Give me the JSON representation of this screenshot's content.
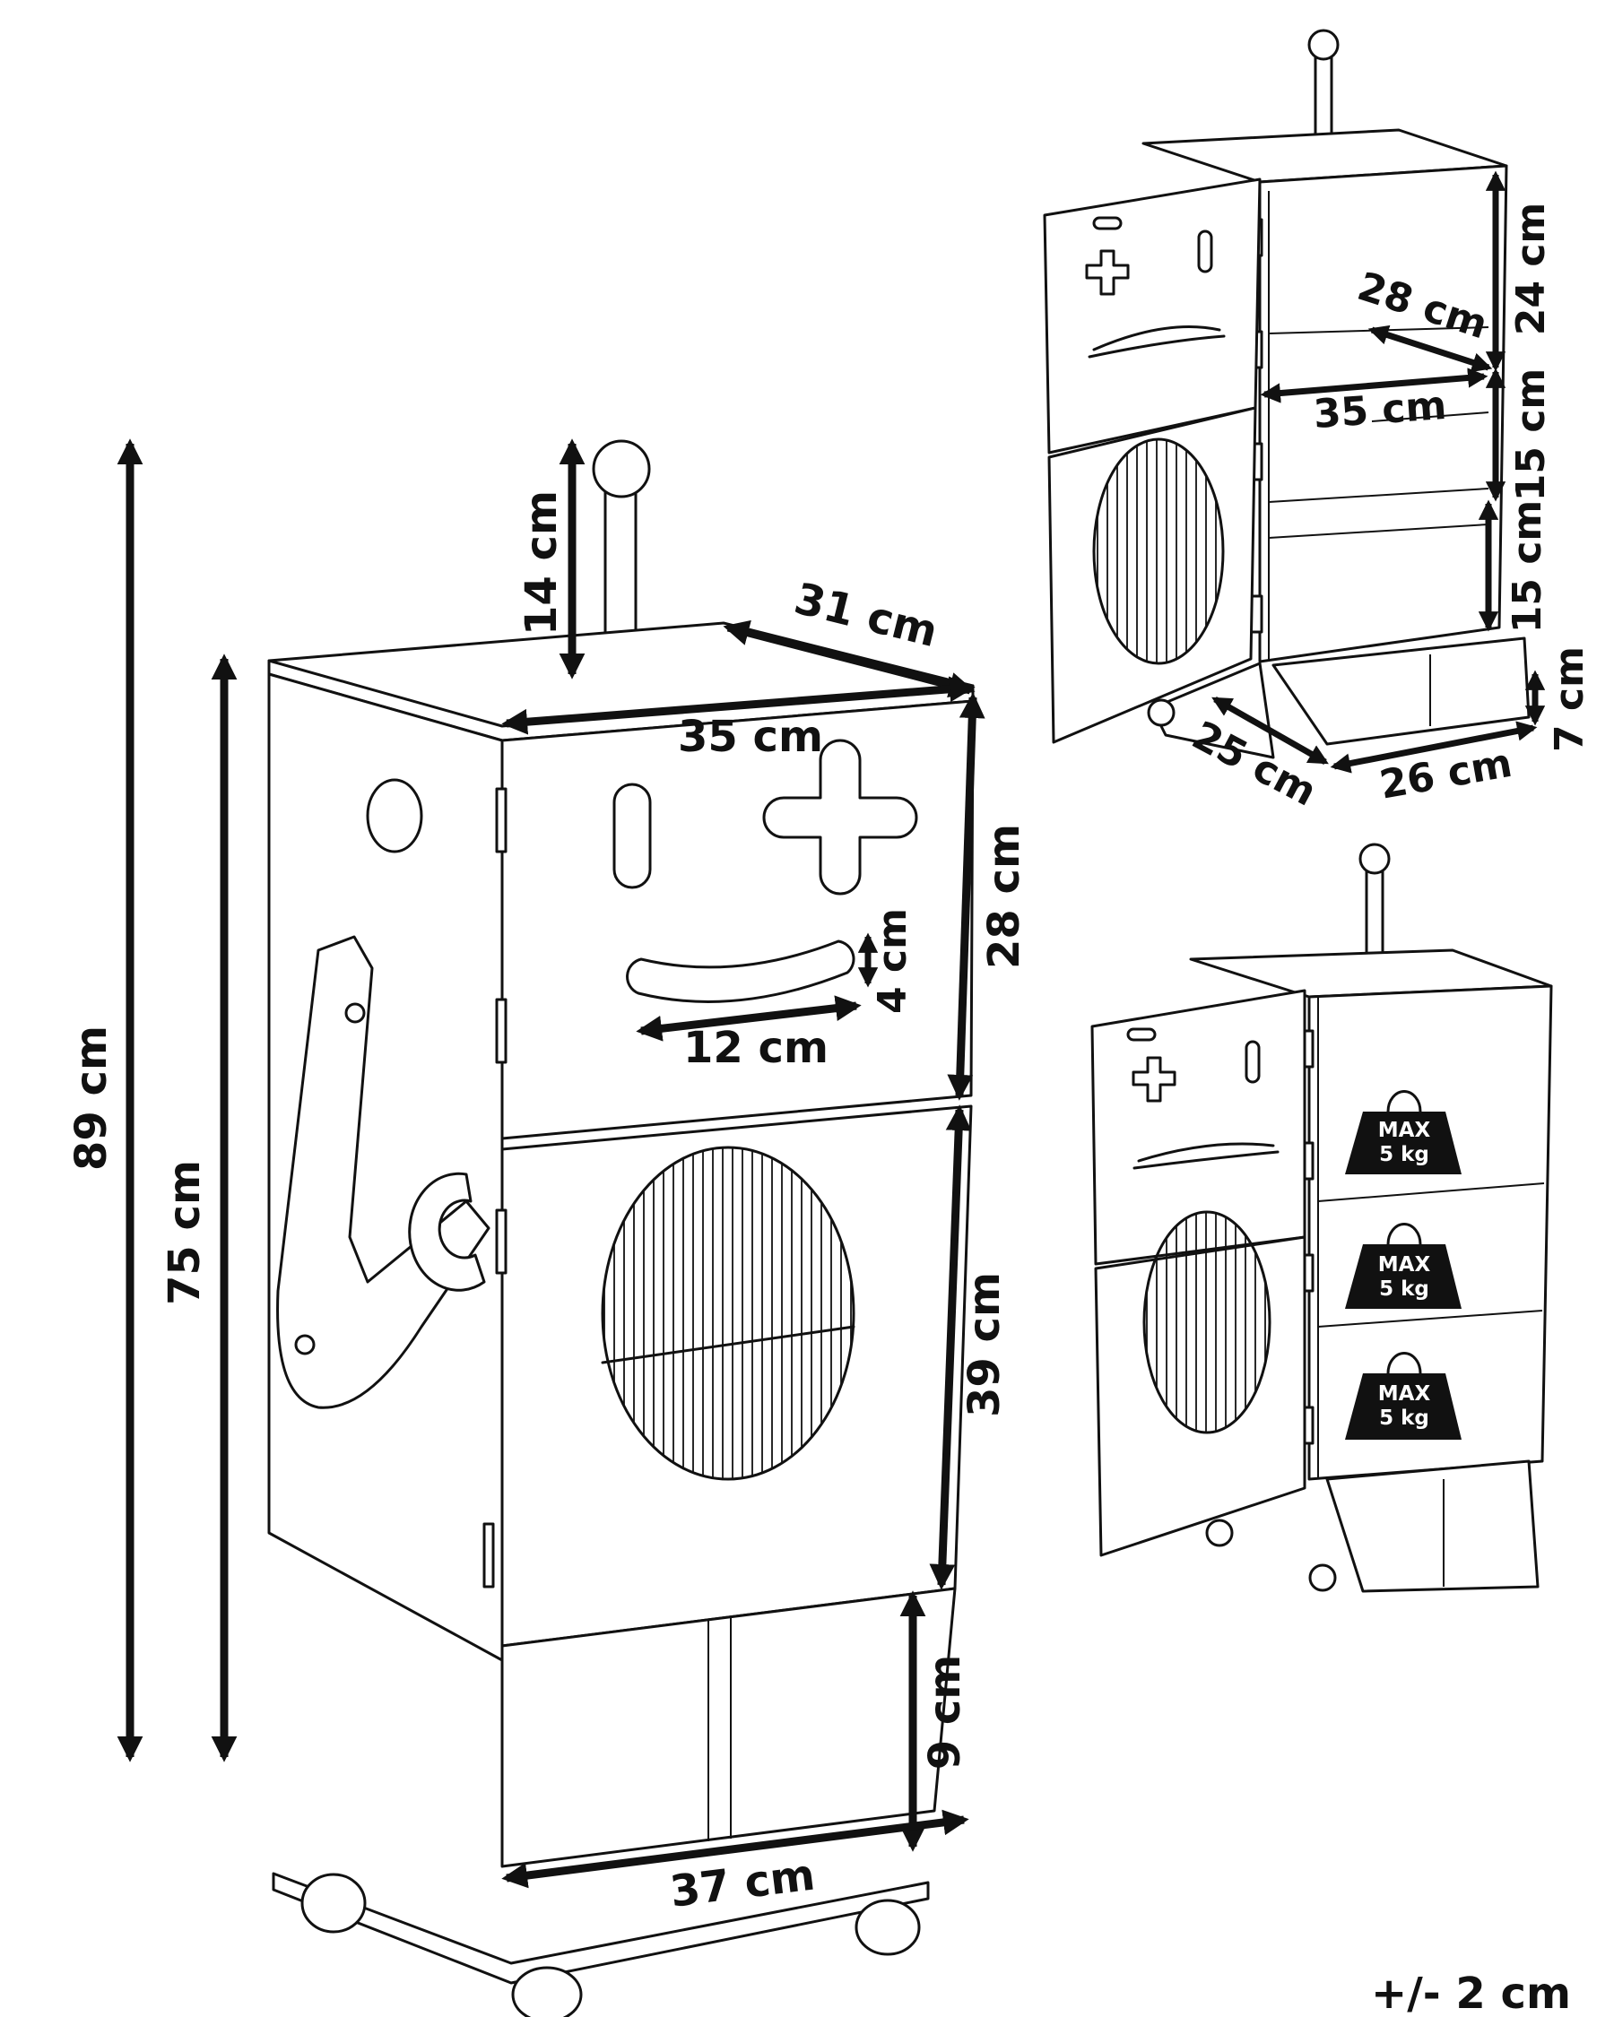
{
  "main_view": {
    "total_height": "89 cm",
    "body_height": "75 cm",
    "antenna_height": "14 cm",
    "top_depth": "31 cm",
    "top_width": "35 cm",
    "upper_door_height": "28 cm",
    "mouth_height": "4 cm",
    "mouth_width": "12 cm",
    "lower_door_height": "39 cm",
    "drawer_height": "9 cm",
    "base_width": "37 cm"
  },
  "open_view": {
    "upper_compartment_height": "24 cm",
    "shelf_depth": "28 cm",
    "shelf_width": "35 cm",
    "middle_compartment_height": "15 cm",
    "lower_compartment_height": "15 cm",
    "drawer_depth": "25 cm",
    "drawer_width": "26 cm",
    "drawer_height": "7 cm"
  },
  "load_view": {
    "shelf_1": {
      "line1": "MAX",
      "line2": "5 kg"
    },
    "shelf_2": {
      "line1": "MAX",
      "line2": "5 kg"
    },
    "shelf_3": {
      "line1": "MAX",
      "line2": "5 kg"
    }
  },
  "tolerance": "+/- 2 cm",
  "colors": {
    "ink": "#111111",
    "background": "#ffffff"
  },
  "icons": [
    "weight-icon"
  ]
}
